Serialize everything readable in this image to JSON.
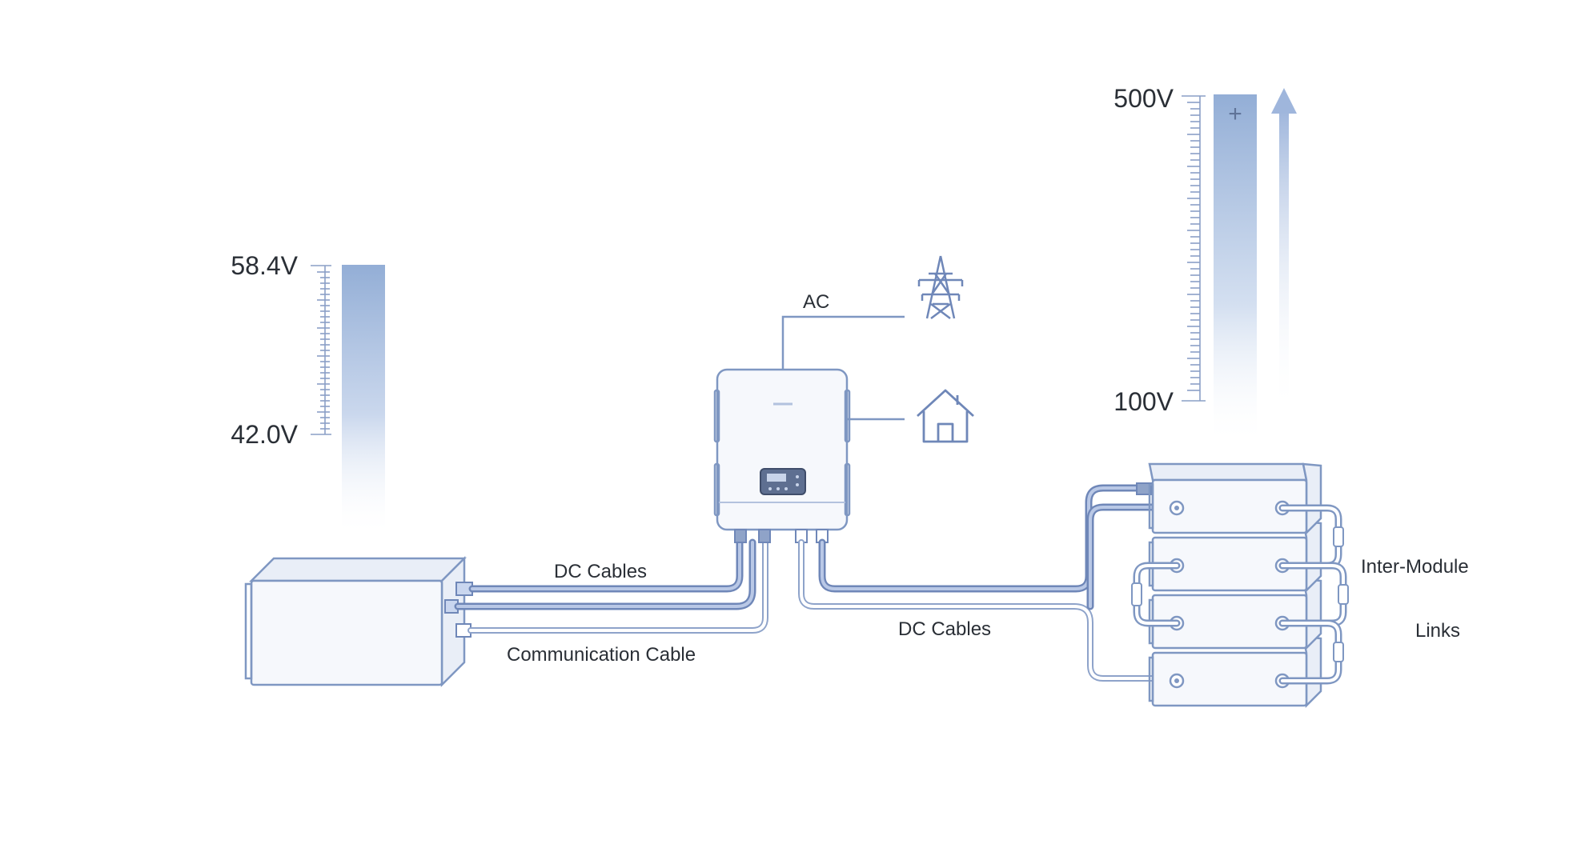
{
  "low_voltage_scale": {
    "top_label": "58.4V",
    "bottom_label": "42.0V"
  },
  "high_voltage_scale": {
    "top_label": "500V",
    "bottom_label": "100V",
    "plus_symbol": "+"
  },
  "labels": {
    "ac": "AC",
    "dc_cables_left": "DC Cables",
    "communication_cable": "Communication Cable",
    "dc_cables_right": "DC Cables",
    "inter_module_line1": "Inter-Module",
    "inter_module_line2": "Links"
  },
  "icons": {
    "grid": "power-transmission-tower-icon",
    "home": "house-icon"
  },
  "colors": {
    "outline": "#7f97c2",
    "gradient_top": "#93aed6",
    "cable_blue": "#6f87b8",
    "text": "#2a2f36"
  }
}
